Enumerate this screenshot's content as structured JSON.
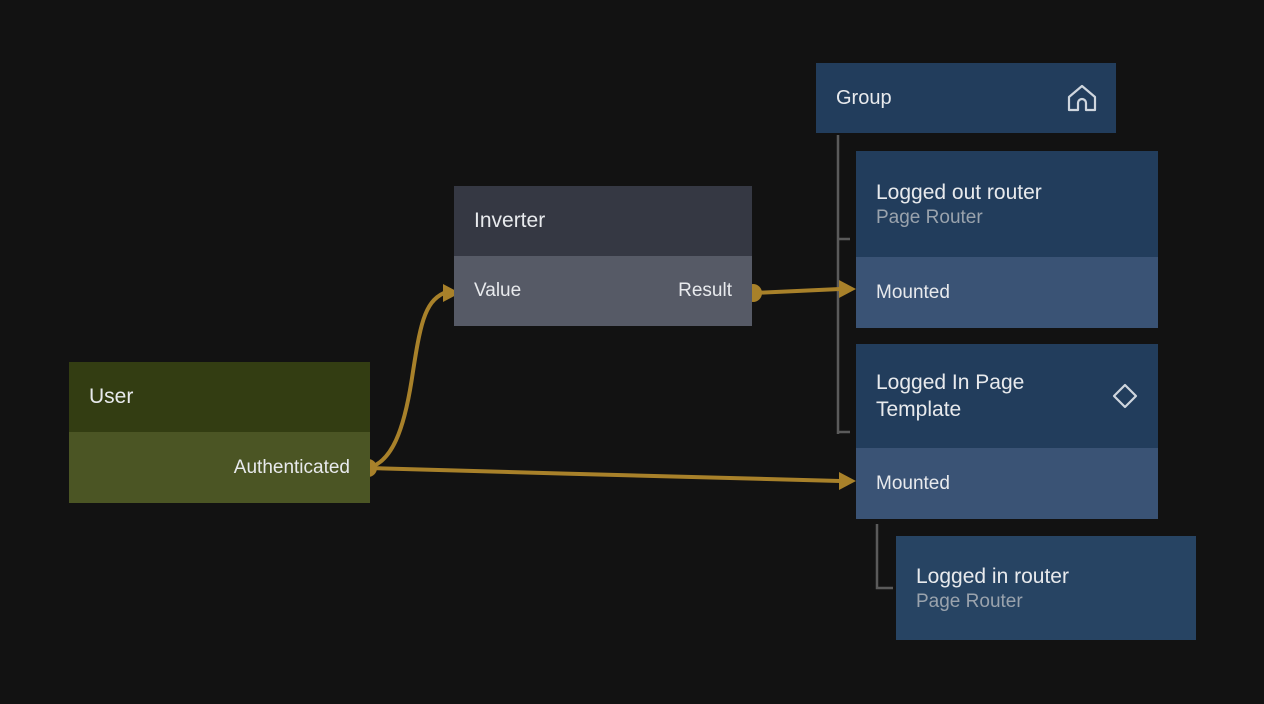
{
  "canvas": {
    "background": "#121212",
    "wire_color": "#a8812a",
    "tree_line_color": "#5a5a5a"
  },
  "nodes": {
    "group": {
      "title": "Group",
      "icon": "home-icon",
      "header_color": "#223d5c"
    },
    "logged_out_router": {
      "title": "Logged out router",
      "subtitle": "Page Router",
      "port": "Mounted",
      "header_color": "#223d5c",
      "port_color": "#3a5375"
    },
    "logged_in_page_template": {
      "title": "Logged In Page\nTemplate",
      "icon": "diamond-icon",
      "port": "Mounted",
      "header_color": "#223d5c",
      "port_color": "#3a5375"
    },
    "logged_in_router": {
      "title": "Logged in router",
      "subtitle": "Page Router",
      "header_color": "#274463"
    },
    "inverter": {
      "title": "Inverter",
      "input_port": "Value",
      "output_port": "Result",
      "header_color": "#353843",
      "body_color": "#565a66"
    },
    "user": {
      "title": "User",
      "output_port": "Authenticated",
      "header_color": "#333d12",
      "body_color": "#4b5524"
    }
  },
  "connections": [
    {
      "from_node": "user",
      "from_port": "Authenticated",
      "to_node": "inverter",
      "to_port": "Value"
    },
    {
      "from_node": "inverter",
      "from_port": "Result",
      "to_node": "logged_out_router",
      "to_port": "Mounted"
    },
    {
      "from_node": "user",
      "from_port": "Authenticated",
      "to_node": "logged_in_page_template",
      "to_port": "Mounted"
    }
  ]
}
